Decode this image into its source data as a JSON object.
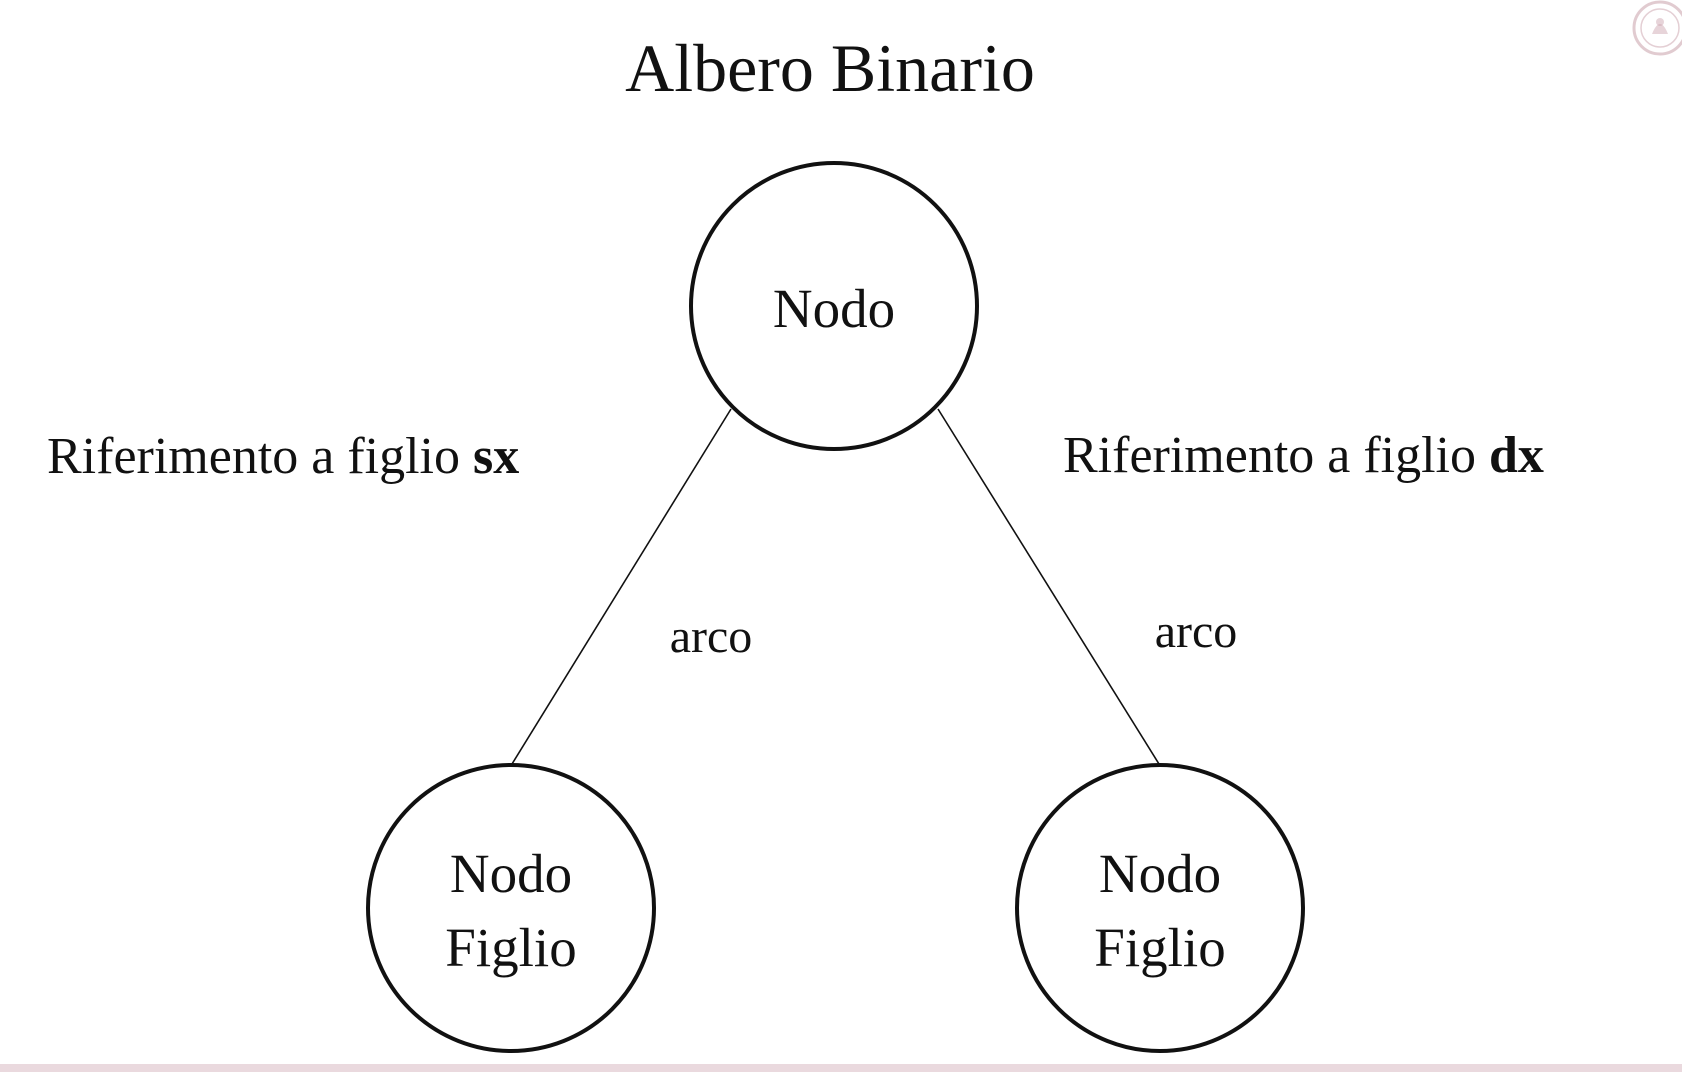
{
  "title": "Albero Binario",
  "root_node": {
    "label": "Nodo"
  },
  "left_child": {
    "line1": "Nodo",
    "line2": "Figlio"
  },
  "right_child": {
    "line1": "Nodo",
    "line2": "Figlio"
  },
  "left_edge": {
    "label": "arco"
  },
  "right_edge": {
    "label": "arco"
  },
  "left_reference": {
    "text": "Riferimento a figlio ",
    "emphasis": "sx"
  },
  "right_reference": {
    "text": "Riferimento a figlio ",
    "emphasis": "dx"
  },
  "colors": {
    "ink": "#111111",
    "seal": "#c9a0aa",
    "bottom_bar": "#ead9de"
  },
  "logo": {
    "icon": "university-seal-icon"
  }
}
